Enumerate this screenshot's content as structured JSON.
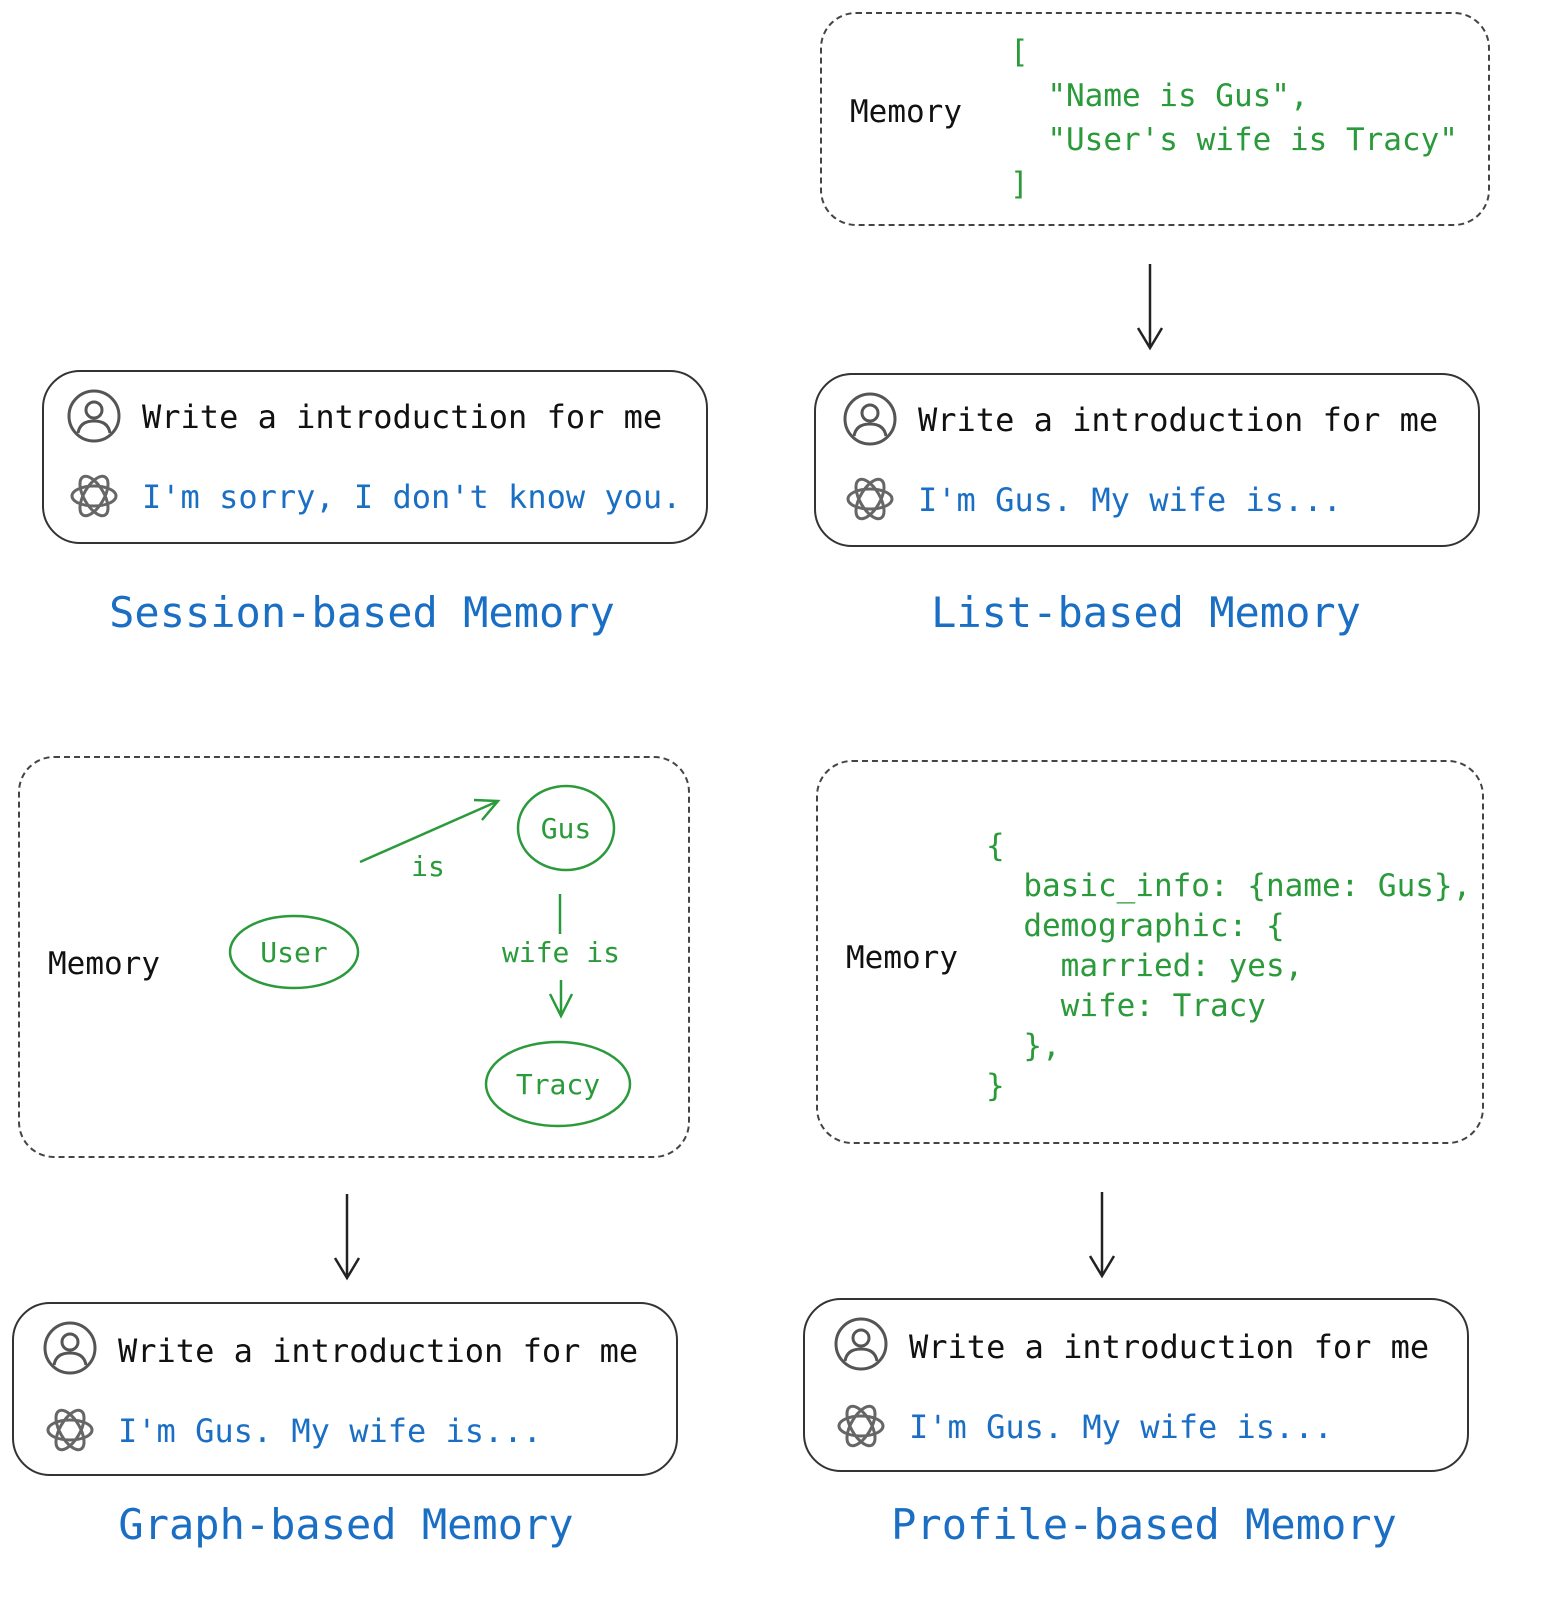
{
  "session": {
    "user_message": "Write a introduction for me",
    "bot_reply": "I'm sorry, I don't know you.",
    "caption": "Session-based Memory"
  },
  "list": {
    "memory_label": "Memory",
    "code": "[\n  \"Name is Gus\",\n  \"User's wife is Tracy\"\n]",
    "user_message": "Write a introduction for me",
    "bot_reply": "I'm Gus. My wife is...",
    "caption": "List-based Memory"
  },
  "graph": {
    "memory_label": "Memory",
    "nodes": {
      "user": "User",
      "gus": "Gus",
      "tracy": "Tracy"
    },
    "edges": {
      "is": "is",
      "wife_is": "wife is"
    },
    "user_message": "Write a introduction for me",
    "bot_reply": "I'm Gus. My wife is...",
    "caption": "Graph-based Memory"
  },
  "profile": {
    "memory_label": "Memory",
    "code": "{\n  basic_info: {name: Gus},\n  demographic: {\n    married: yes,\n    wife: Tracy\n  },\n}",
    "user_message": "Write a introduction for me",
    "bot_reply": "I'm Gus. My wife is...",
    "caption": "Profile-based Memory"
  },
  "icons": {
    "user": "user-avatar-icon",
    "assistant": "openai-logo-icon",
    "arrow": "arrow-down-icon"
  },
  "colors": {
    "green": "#2a9a3a",
    "blue": "#1a6fc4",
    "text": "#111111",
    "border": "#333333"
  }
}
